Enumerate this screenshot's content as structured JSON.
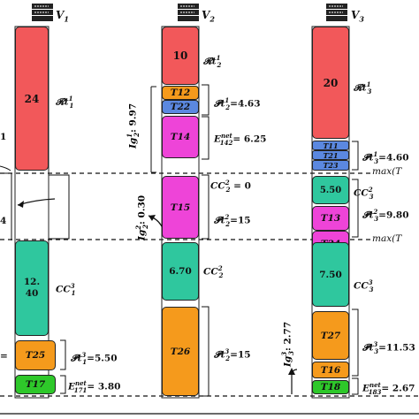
{
  "colors": {
    "red": "#f2585a",
    "blue": "#5b88e0",
    "magenta": "#ee44d8",
    "teal": "#2fc79e",
    "orange": "#f59a1c",
    "green": "#2ec82a"
  },
  "icons": [
    "server-icon-v1",
    "server-icon-v2",
    "server-icon-v3"
  ],
  "vms": [
    {
      "name": "V",
      "sub": "1"
    },
    {
      "name": "V",
      "sub": "2"
    },
    {
      "name": "V",
      "sub": "3"
    }
  ],
  "v1": {
    "rt_block": "24",
    "rt_label": "𝓡t",
    "rt_sup": "1",
    "rt_sub": "1",
    "cc_block": "12.\n40",
    "cc_label": "CC",
    "cc_sup": "3",
    "cc_sub": "1",
    "t25": "T25",
    "t17": "T17",
    "pt_label": "𝓟t",
    "pt_sup": "3",
    "pt_sub": "1",
    "pt_val": "=5.50",
    "e_label": "E",
    "e_sup": "net",
    "e_sub": "171",
    "e_val": "= 3.80"
  },
  "v2": {
    "rt_block": "10",
    "rt_label": "𝓡t",
    "rt_sup": "1",
    "rt_sub": "2",
    "t12": "T12",
    "t22": "T22",
    "pt1_label": "𝓟t",
    "pt1_sup": "1",
    "pt1_sub": "2",
    "pt1_val": "=4.63",
    "t14": "T14",
    "e_label": "E",
    "e_sup": "net",
    "e_sub": "142",
    "e_val": "= 6.25",
    "ig1": "Ig",
    "ig1_sup": "1",
    "ig1_sub": "2",
    "ig1_val": ": 9.97",
    "cc2_label": "CC",
    "cc2_sup": "2",
    "cc2_sub": "2",
    "cc2_val": " = 0",
    "t15": "T15",
    "pt2_label": "𝓟t",
    "pt2_sup": "2",
    "pt2_sub": "2",
    "pt2_val": "=15",
    "ig2": "Ig",
    "ig2_sup": "2",
    "ig2_sub": "2",
    "ig2_val": ": 0.30",
    "cc_block": "6.70",
    "cc_label": "CC",
    "cc_sup": "2",
    "cc_sub": "2",
    "t26": "T26",
    "pt3_label": "𝓟t",
    "pt3_sup": "3",
    "pt3_sub": "2",
    "pt3_val": "=15"
  },
  "v3": {
    "rt_block": "20",
    "rt_label": "𝓡t",
    "rt_sup": "1",
    "rt_sub": "3",
    "t11": "T11",
    "t21": "T21",
    "t23": "T23",
    "pt1_label": "𝓟t",
    "pt1_sup": "1",
    "pt1_sub": "3",
    "pt1_val": "=4.60",
    "max1": "max(T",
    "cc2_block": "5.50",
    "cc2_label": "CC",
    "cc2_sup": "2",
    "cc2_sub": "3",
    "t13": "T13",
    "t24": "T24",
    "pt2_label": "𝓟t",
    "pt2_sup": "2",
    "pt2_sub": "3",
    "pt2_val": "=9.80",
    "max2": "max(T",
    "cc3_block": "7.50",
    "cc3_label": "CC",
    "cc3_sup": "3",
    "cc3_sub": "3",
    "ig": "Ig",
    "ig_sup": "3",
    "ig_sub": "3",
    "ig_val": ": 2.77",
    "t27": "T27",
    "t16": "T16",
    "t18": "T18",
    "pt3_label": "𝓟t",
    "pt3_sup": "3",
    "pt3_sub": "3",
    "pt3_val": "=11.53",
    "e_label": "E",
    "e_sup": "net",
    "e_sub": "183",
    "e_val": "= 2.67"
  },
  "left_edge": {
    "frag1": "1",
    "frag2": "4",
    "frag3": "="
  }
}
